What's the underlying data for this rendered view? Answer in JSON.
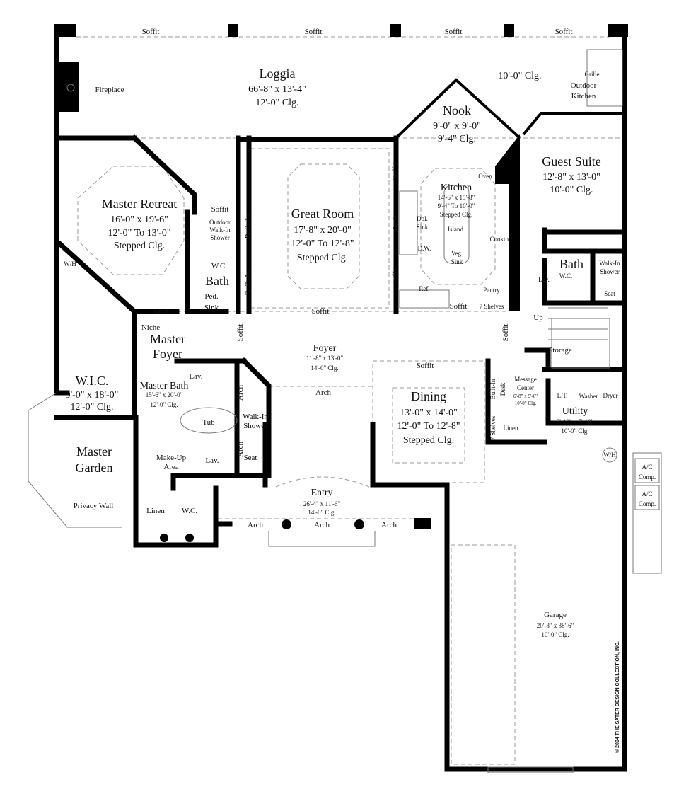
{
  "soffits_top": [
    "Soffit",
    "Soffit",
    "Soffit",
    "Soffit"
  ],
  "fireplace": "Fireplace",
  "loggia": {
    "name": "Loggia",
    "dims": "66'-8\" x 13'-4\"",
    "clg": "12'-0\" Clg."
  },
  "loggia_right_clg": "10'-0\" Clg.",
  "outdoor_kitchen": {
    "grille": "Grille",
    "line1": "Outdoor",
    "line2": "Kitchen"
  },
  "nook": {
    "name": "Nook",
    "dims": "9'-0\" x 9'-0\"",
    "clg": "9'-4\" Clg."
  },
  "guest_suite": {
    "name": "Guest Suite",
    "dims": "12'-8\" x 13'-0\"",
    "clg": "10'-0\" Clg."
  },
  "master_retreat": {
    "name": "Master Retreat",
    "dims": "16'-0\" x 19'-6\"",
    "clg": "12'-0\" To 13'-0\"",
    "clg2": "Stepped Clg."
  },
  "outdoor_shower": {
    "soffit": "Soffit",
    "l1": "Outdoor",
    "l2": "Walk-In",
    "l3": "Shower"
  },
  "built_in": [
    "Built-In",
    "Built-In"
  ],
  "great_room": {
    "name": "Great Room",
    "dims": "17'-8\" x 20'-0\"",
    "clg": "12'-0\" To 12'-8\"",
    "clg2": "Stepped Clg."
  },
  "kitchen_side": {
    "soffit1": "Soffit",
    "arch": "Arch",
    "soffit2": "Soffit"
  },
  "kitchen": {
    "name": "Kitchen",
    "dims": "14'-6\" x 15'-8\"",
    "clg": "9'-4\" To 10'-0\"",
    "clg2": "Stepped Clg.",
    "oven": "Oven",
    "dbl": "Dbl.",
    "sink": "Sink",
    "island": "Island",
    "dw": "D.W.",
    "cooktop": "Cooktop",
    "veg": "Veg.",
    "vegsink": "Sink",
    "ref": "Ref.",
    "pantry": "Pantry",
    "soffit": "Soffit",
    "shelves": "7 Shelves"
  },
  "wh_left": "W/H",
  "master_bath_wc": {
    "wc": "W.C.",
    "bath": "Bath",
    "ped": "Ped.",
    "sink": "Sink",
    "arch": "Arch"
  },
  "soffit_great": "Soffit",
  "guest_bath": {
    "name": "Bath",
    "wc": "W.C.",
    "lav": "Lav.",
    "walkin": "Walk-In",
    "shower": "Shower",
    "seat": "Seat"
  },
  "stairs": {
    "up": "Up",
    "storage": "Storage",
    "soffit": "Soffit"
  },
  "master_foyer": {
    "niche": "Niche",
    "l1": "Master",
    "l2": "Foyer",
    "soffit": "Soffit"
  },
  "foyer": {
    "name": "Foyer",
    "dims": "11'-8\" x 13'-0\"",
    "clg": "14'-0\" Clg.",
    "arch": "Arch"
  },
  "wic": {
    "name": "W.I.C.",
    "dims": "9'-0\" x 18'-0\"",
    "clg": "12'-0\" Clg."
  },
  "master_bath": {
    "lav1": "Lav.",
    "name": "Master Bath",
    "dims": "15'-6\" x 20'-0\"",
    "clg": "12'-0\" Clg.",
    "arch1": "Arch",
    "tub": "Tub",
    "walkin": "Walk-In",
    "shower": "Shower",
    "arch2": "Arch",
    "seat": "Seat",
    "makeup1": "Make-Up",
    "makeup2": "Area",
    "lav2": "Lav."
  },
  "dining": {
    "soffit": "Soffit",
    "name": "Dining",
    "dims": "13'-0\" x 14'-0\"",
    "clg": "12'-0\" To 12'-8\"",
    "clg2": "Stepped Clg."
  },
  "message_center": {
    "builtin": "Built-In",
    "desk": "Desk",
    "l1": "Message",
    "l2": "Center",
    "dims": "6'-8\" x 9'-0\"",
    "clg": "10'-0\" Clg.",
    "shelves": "7 Shelves",
    "linen": "Linen"
  },
  "utility": {
    "lt": "L.T.",
    "washer": "Washer",
    "dryer": "Dryer",
    "name": "Utility",
    "dims": "8'-10\" x 7'-10\"",
    "clg": "10'-0\" Clg."
  },
  "wh_right": "W/H",
  "master_garden": {
    "l1": "Master",
    "l2": "Garden",
    "privacy": "Privacy Wall"
  },
  "ac": [
    {
      "l1": "A/C",
      "l2": "Comp."
    },
    {
      "l1": "A/C",
      "l2": "Comp."
    }
  ],
  "entry": {
    "name": "Entry",
    "dims": "26'-4\" x 11'-6\"",
    "clg": "14'-0\" Clg.",
    "arches": [
      "Arch",
      "Arch",
      "Arch"
    ]
  },
  "front_left": {
    "linen": "Linen",
    "wc": "W.C."
  },
  "garage": {
    "name": "Garage",
    "dims": "20'-8\" x 38'-6\"",
    "clg": "10'-0\" Clg."
  },
  "copyright": "© 2004 THE SATER DESIGN COLLECTION, INC."
}
